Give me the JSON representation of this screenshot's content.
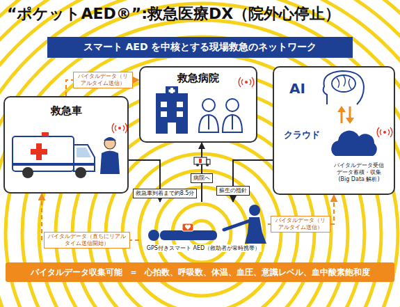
{
  "diagram": {
    "title": "“ポケットAED®”:救急医療DX（院外心停止）",
    "nodes": [
      {
        "text": [
          "スマート AED を中核とする現場救急のネットワーク"
        ]
      },
      {
        "text": [
          "救急車"
        ]
      },
      {
        "text": [
          "救急病院"
        ]
      },
      {
        "text": [
          "AI",
          "クラウド",
          "バイタルデータ受信 データ蓄積・収集 (Big Data 解析)"
        ]
      },
      {
        "text": [
          "GPS付きスマート AED（救助者が常時携帯）"
        ]
      },
      {
        "text": [
          "バイタルデータ収集可能",
          "＝",
          "心拍数、呼吸数、体温、血圧、意識レベル、血中酸素飽和度"
        ]
      }
    ],
    "edges": [
      {
        "from": 4,
        "to": 1,
        "arrow": "to",
        "label": "バイタルデータ（直ちにリアルタイム送信開始）"
      },
      {
        "from": 1,
        "to": 4,
        "arrow": "to",
        "label": "救急車到着まで約8.5分"
      },
      {
        "from": 1,
        "to": 2,
        "arrow": "to",
        "label": "バイタルデータ（リアルタイム送信）"
      },
      {
        "from": 4,
        "to": 2,
        "arrow": "to",
        "label": "病院へ"
      },
      {
        "from": 4,
        "to": 3,
        "arrow": "to",
        "label": "バイタルデータ（リアルタイム送信）"
      },
      {
        "from": 3,
        "to": 4,
        "arrow": "to",
        "label": "蘇生の指針"
      }
    ]
  }
}
